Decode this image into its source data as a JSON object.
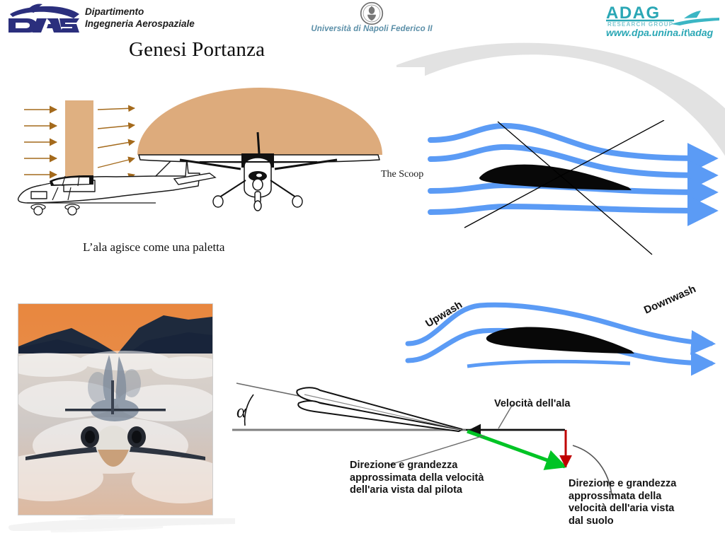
{
  "header": {
    "dias_logo_alt": "DIAS",
    "department_line1": "Dipartimento",
    "department_line2": "Ingegneria Aerospaziale",
    "university_name": "Università di Napoli Federico II",
    "adag_title": "ADAG",
    "adag_subtitle": "RESEARCH GROUP",
    "adag_url": "www.dpa.unina.it\\adag"
  },
  "slide": {
    "title": "Genesi Portanza"
  },
  "scoop_diagram": {
    "label": "The Scoop",
    "caption": "L’ala agisce come una paletta",
    "arrow_count": 10,
    "colors": {
      "dome": "#ddab7c",
      "bar": "#dfb081",
      "arrow": "#a46a1c"
    }
  },
  "airfoil_streamlines": {
    "streamline_count": 4,
    "crossed_out": true,
    "colors": {
      "streamline": "#5b9bf5",
      "airfoil": "#050505",
      "cross": "#000000"
    }
  },
  "upwash_downwash": {
    "upwash_label": "Upwash",
    "downwash_label": "Downwash",
    "colors": {
      "streamline": "#5b9bf5",
      "airfoil": "#050505"
    }
  },
  "velocity_diagram": {
    "angle_symbol": "α",
    "wing_speed_label": "Velocità dell'ala",
    "pilot_view_label_lines": [
      "Direzione e grandezza",
      "approssimata della velocità",
      "dell'aria vista dal pilota"
    ],
    "ground_view_label_lines": [
      "Direzione e grandezza",
      "approssimata della",
      "velocità dell'aria vista",
      "dal suolo"
    ],
    "colors": {
      "wing_speed_arrow": "#111111",
      "pilot_view_arrow": "#00c425",
      "ground_view_arrow": "#c00000",
      "reference_line": "#808080"
    }
  },
  "jet_photo": {
    "alt": "Business jet flying through cloud layer at sunset"
  }
}
